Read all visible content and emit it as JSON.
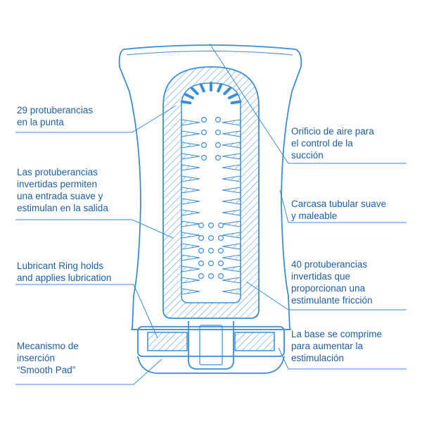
{
  "colors": {
    "stroke": "#3b8ed6",
    "text": "#1c5fa6",
    "background": "#ffffff"
  },
  "labels": {
    "tip_nubs": [
      "29 protuberancias",
      "en la punta"
    ],
    "inverted_nubs": [
      "Las protuberancias",
      "invertidas permiten",
      "una entrada suave y",
      "estimulan en la salida"
    ],
    "lubricant_ring": [
      "Lubricant Ring holds",
      "and applies lubrication"
    ],
    "smooth_pad": [
      "Mecanismo de",
      "inserción",
      "“Smooth Pad”"
    ],
    "air_hole": [
      "Orificio de aire para",
      "el control de la",
      "succión"
    ],
    "soft_case": [
      "Carcasa tubular suave",
      "y maleable"
    ],
    "friction_nubs": [
      "40 protuberancias",
      "invertidas que",
      "proporcionan una",
      "estimulante fricción"
    ],
    "squeeze_base": [
      "La base se comprime",
      "para aumentar la",
      "estimulación"
    ]
  }
}
